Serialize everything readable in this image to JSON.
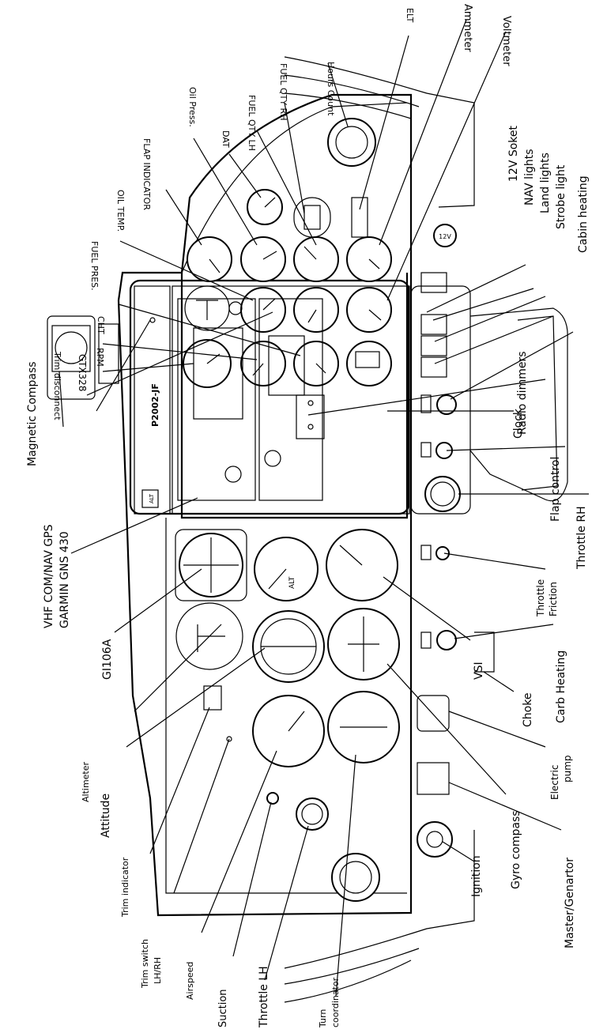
{
  "labels": {
    "hours_count": "Hours Count",
    "fuel_qty_rh": "FUEL QTY RH",
    "fuel_qty_lh": "FUEL QTY LH",
    "elt": "ELT",
    "ammeter": "Ammeter",
    "voltmeter": "Voltmeter",
    "dat": "DAT",
    "oil_press": "Oil Press.",
    "flap_indicator": "FLAP INDICATOR",
    "oil_temp": "OIL TEMP.",
    "fuel_pres": "FUEL PRES.",
    "cht": "CHT",
    "rpm": "RPM",
    "gtx328": "GTX328",
    "trim_disconnect": "Trim disconnect",
    "magnetic_compass": "Magnetic Compass",
    "vhf_com_nav_gps": "VHF COM/NAV GPS",
    "garmin_gns_430": "GARMIN GNS 430",
    "gi106a": "GI106A",
    "altimeter": "Altimeter",
    "attitude": "Attitude",
    "trim_indicator": "Trim indicator",
    "trim_switch": "Trim switch",
    "lh_rh": "LH/RH",
    "airspeed": "Airspeed",
    "suction": "Suction",
    "throttle_lh": "Throttle LH",
    "turn": "Turn",
    "coordinator": "coordinator",
    "v12_soket": "12V Soket",
    "nav_lights": "NAV lights",
    "land_lights": "Land lights",
    "strobe_light": "Strobe light",
    "cabin_heating": "Cabin heating",
    "radio_dimmers": "Radio dimmers",
    "clock": "Clock",
    "flap_control": "Flap control",
    "throttle_rh": "Throttle RH",
    "throttle": "Throttle",
    "friction": "Friction",
    "carb_heating": "Carb Heating",
    "choke": "Choke",
    "vsi": "VSI",
    "electric": "Electric",
    "pump": "pump",
    "gyro_compass": "Gyro compass",
    "ignition": "Ignition",
    "master_genartor": "Master/Genartor"
  },
  "placards": {
    "registration": "P2002-JF",
    "alt": "ALT",
    "socket_12v": "12V",
    "alt_gauge": "ALT",
    "gauge_t": "T"
  }
}
